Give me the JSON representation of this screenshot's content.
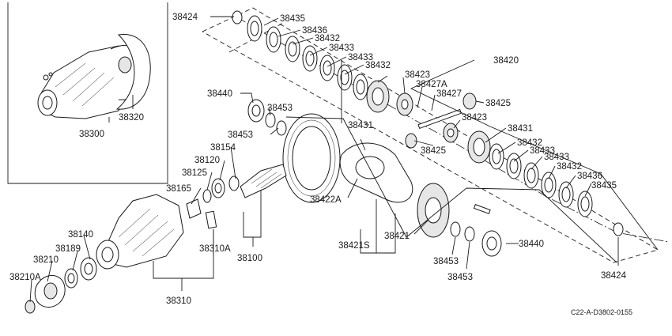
{
  "labels": {
    "p38424_top": "38424",
    "p38435_top": "38435",
    "p38436_top": "38436",
    "p38432_top1": "38432",
    "p38433_top1": "38433",
    "p38433_top2": "38433",
    "p38432_top2": "38432",
    "p38423_top": "38423",
    "p38427A": "38427A",
    "p38427": "38427",
    "p38425_top": "38425",
    "p38420": "38420",
    "p38431_left": "38431",
    "p38423_mid": "38423",
    "p38431_right": "38431",
    "p38425_mid": "38425",
    "p38432_r1": "38432",
    "p38433_r1": "38433",
    "p38433_r2": "38433",
    "p38432_r2": "38432",
    "p38436_r": "38436",
    "p38435_r": "38435",
    "p38440_top": "38440",
    "p38453_a": "38453",
    "p38453_b": "38453",
    "p38154": "38154",
    "p38120": "38120",
    "p38125": "38125",
    "p38165": "38165",
    "p38140": "38140",
    "p38189": "38189",
    "p38210": "38210",
    "p38210A": "38210A",
    "p38310A": "38310A",
    "p38310": "38310",
    "p38100": "38100",
    "p38422A": "38422A",
    "p38421S": "38421S",
    "p38421": "38421",
    "p38440_bot": "38440",
    "p38453_c": "38453",
    "p38453_d": "38453",
    "p38424_bot": "38424",
    "p38300": "38300",
    "p38320": "38320"
  },
  "drawing_code": "C22-A-D3802-0155"
}
